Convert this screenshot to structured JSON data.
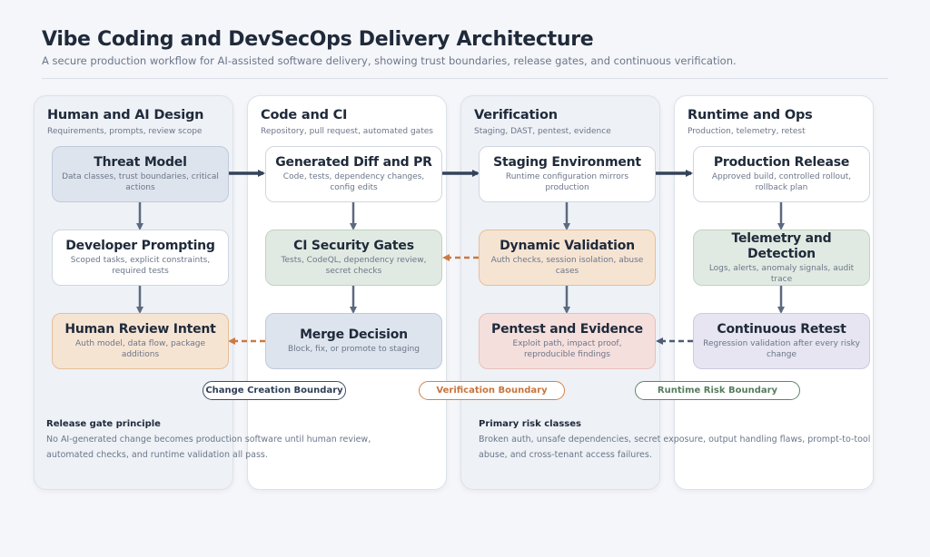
{
  "header": {
    "title": "Vibe Coding and DevSecOps Delivery Architecture",
    "subtitle": "A secure production workflow for AI-assisted software delivery, showing trust boundaries, release gates, and continuous verification."
  },
  "lanes": [
    {
      "title": "Human and AI Design",
      "subtitle": "Requirements, prompts, review scope",
      "nodes": [
        {
          "title": "Threat Model",
          "desc": "Data classes, trust boundaries, critical actions"
        },
        {
          "title": "Developer Prompting",
          "desc": "Scoped tasks, explicit constraints, required tests"
        },
        {
          "title": "Human Review Intent",
          "desc": "Auth model, data flow, package additions"
        }
      ]
    },
    {
      "title": "Code and CI",
      "subtitle": "Repository, pull request, automated gates",
      "nodes": [
        {
          "title": "Generated Diff and PR",
          "desc": "Code, tests, dependency changes, config edits"
        },
        {
          "title": "CI Security Gates",
          "desc": "Tests, CodeQL, dependency review, secret checks"
        },
        {
          "title": "Merge Decision",
          "desc": "Block, fix, or promote to staging"
        }
      ]
    },
    {
      "title": "Verification",
      "subtitle": "Staging, DAST, pentest, evidence",
      "nodes": [
        {
          "title": "Staging Environment",
          "desc": "Runtime configuration mirrors production"
        },
        {
          "title": "Dynamic Validation",
          "desc": "Auth checks, session isolation, abuse cases"
        },
        {
          "title": "Pentest and Evidence",
          "desc": "Exploit path, impact proof, reproducible findings"
        }
      ]
    },
    {
      "title": "Runtime and Ops",
      "subtitle": "Production, telemetry, retest",
      "nodes": [
        {
          "title": "Production Release",
          "desc": "Approved build, controlled rollout, rollback plan"
        },
        {
          "title": "Telemetry and Detection",
          "desc": "Logs, alerts, anomaly signals, audit trace"
        },
        {
          "title": "Continuous Retest",
          "desc": "Regression validation after every risky change"
        }
      ]
    }
  ],
  "boundaries": {
    "change_creation": "Change Creation Boundary",
    "verification": "Verification Boundary",
    "runtime_risk": "Runtime Risk Boundary"
  },
  "notes": {
    "release_gate": {
      "title": "Release gate principle",
      "line1": "No AI-generated change becomes production software until human review,",
      "line2": "automated checks, and runtime validation all pass."
    },
    "risk_classes": {
      "title": "Primary risk classes",
      "line1": "Broken auth, unsafe dependencies, secret exposure, output handling flaws, prompt-to-tool",
      "line2": "abuse, and cross-tenant access failures."
    }
  },
  "colors": {
    "arrow_solid": "#334359",
    "arrow_vertical": "#5c6a80",
    "feedback_orange": "#cc7a43",
    "feedback_slate": "#4f5b73"
  }
}
